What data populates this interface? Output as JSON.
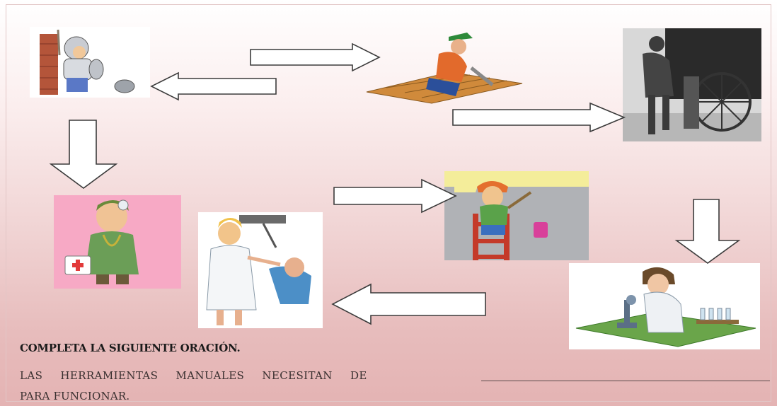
{
  "images": [
    {
      "name": "soldier-illustration-icon"
    },
    {
      "name": "carpenter-illustration-icon"
    },
    {
      "name": "knife-grinder-photo-icon"
    },
    {
      "name": "doctor-illustration-icon"
    },
    {
      "name": "dentist-illustration-icon"
    },
    {
      "name": "painter-illustration-icon"
    },
    {
      "name": "scientist-microscope-illustration-icon"
    }
  ],
  "arrows": [
    "right",
    "left",
    "right",
    "down",
    "right",
    "down",
    "left"
  ],
  "colors": {
    "arrow_fill": "#ffffff",
    "arrow_stroke": "#3b3b3b",
    "bg_top": "#ffffff",
    "bg_bottom": "#e4b3b3"
  },
  "exercise": {
    "heading": "COMPLETA LA SIGUIENTE ORACIÓN.",
    "sentence_part1": "LAS HERRAMIENTAS MANUALES NECESITAN DE",
    "sentence_part2": "PARA FUNCIONAR."
  }
}
